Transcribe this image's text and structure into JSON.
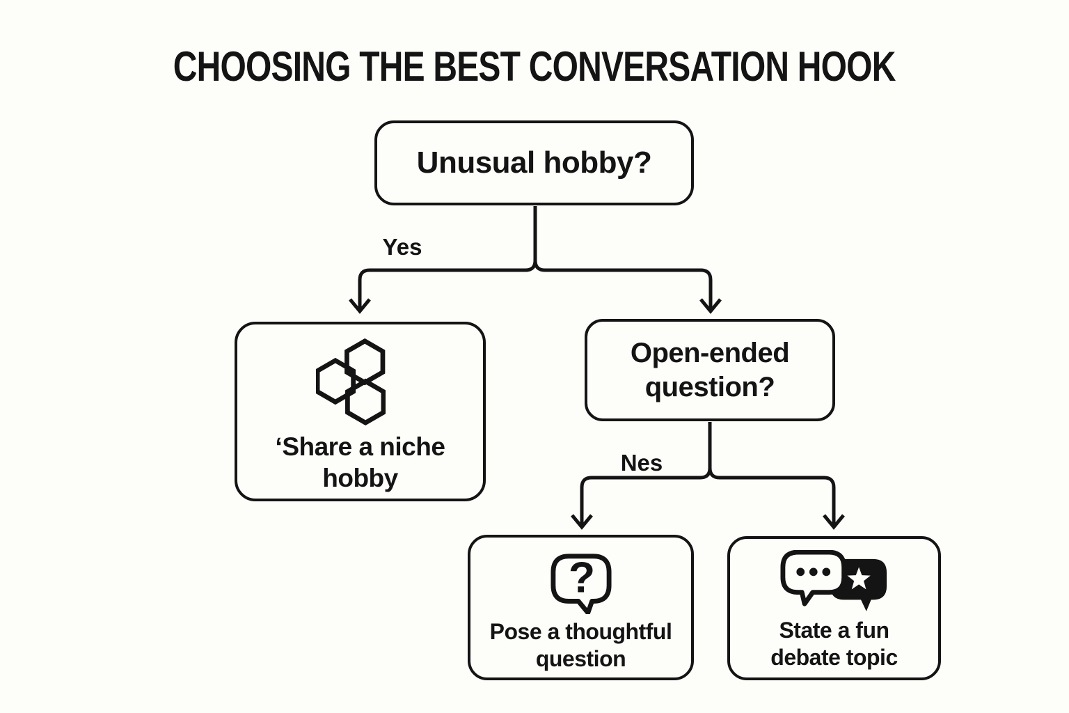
{
  "title": "CHOOSING THE BEST CONVERSATION HOOK",
  "colors": {
    "background": "#fdfdfa",
    "ink": "#141414"
  },
  "nodes": {
    "unusual_hobby": {
      "label": "Unusual hobby?"
    },
    "share_niche": {
      "label": "‘Share a niche hobby"
    },
    "open_ended": {
      "label": "Open-ended question?"
    },
    "pose_question": {
      "label": "Pose a thoughtful question",
      "icon_glyph": "?"
    },
    "debate_topic": {
      "label": "State a fun debate topic"
    }
  },
  "edge_labels": {
    "yes": "Yes",
    "nes": "Nes"
  }
}
